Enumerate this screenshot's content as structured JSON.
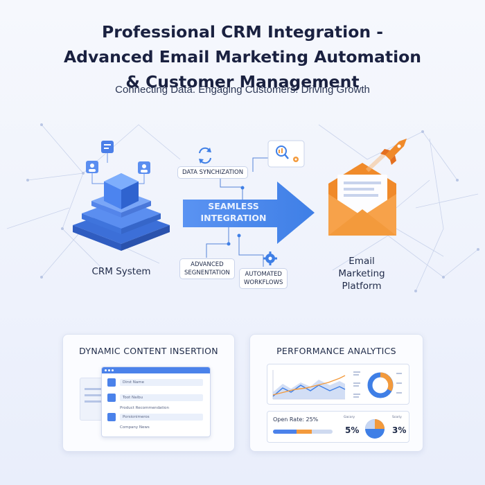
{
  "title": {
    "line1": "Professional CRM Integration -",
    "line2": "Advanced Email Marketing Automation",
    "line3": "& Customer Management"
  },
  "subtitle": "Connecting Data. Engaging Customers. Driving Growth",
  "diagram": {
    "crm_label": "CRM System",
    "arrow_line1": "SEAMLESS",
    "arrow_line2": "INTEGRATION",
    "data_sync": "DATA SYNCHIZATION",
    "advanced_seg_line1": "ADVANCED",
    "advanced_seg_line2": "SEGNENTATION",
    "automated_line1": "AUTOMATED",
    "automated_line2": "WORKFLOWS",
    "email_line1": "Email",
    "email_line2": "Marketing",
    "email_line3": "Platform"
  },
  "dynamic_card": {
    "title": "DYNAMIC CONTENT INSERTION",
    "fields": [
      "Dirst Name",
      "Toot Naibu",
      "Product Recommendation",
      "Porsionimeros",
      "Company News"
    ]
  },
  "analytics_card": {
    "title": "PERFORMANCE ANALYTICS",
    "open_rate": "Open Rate: 25%",
    "open_rate_value": 25,
    "stat1": "5%",
    "stat2": "3%",
    "mini_label_a": "Gacory",
    "mini_label_b": "Scoriy"
  },
  "colors": {
    "primary_blue": "#3f7fe6",
    "accent_orange": "#f39a3c",
    "text_dark": "#1a2140"
  }
}
